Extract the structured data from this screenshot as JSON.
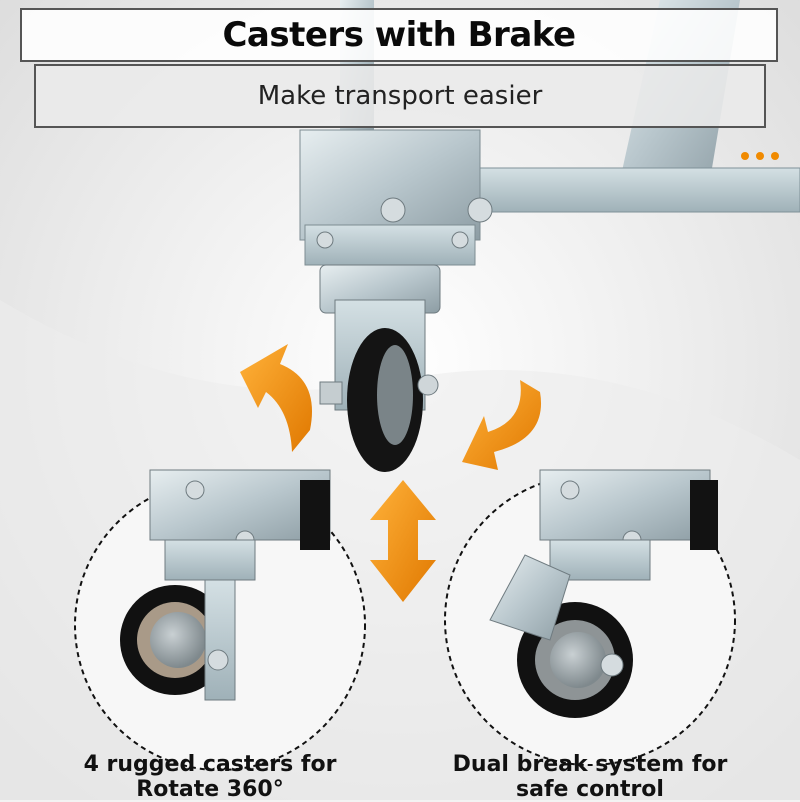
{
  "header": {
    "title": "Casters with Brake",
    "subtitle": "Make transport easier"
  },
  "captions": {
    "left": [
      "4 rugged casters for",
      "Rotate 360°"
    ],
    "right": [
      "Dual break system for",
      "safe control"
    ]
  },
  "colors": {
    "accent_arrow": "#f08a00",
    "metal": "#b8c6cc",
    "tire": "#111111",
    "hub": "#9aa4a8"
  }
}
